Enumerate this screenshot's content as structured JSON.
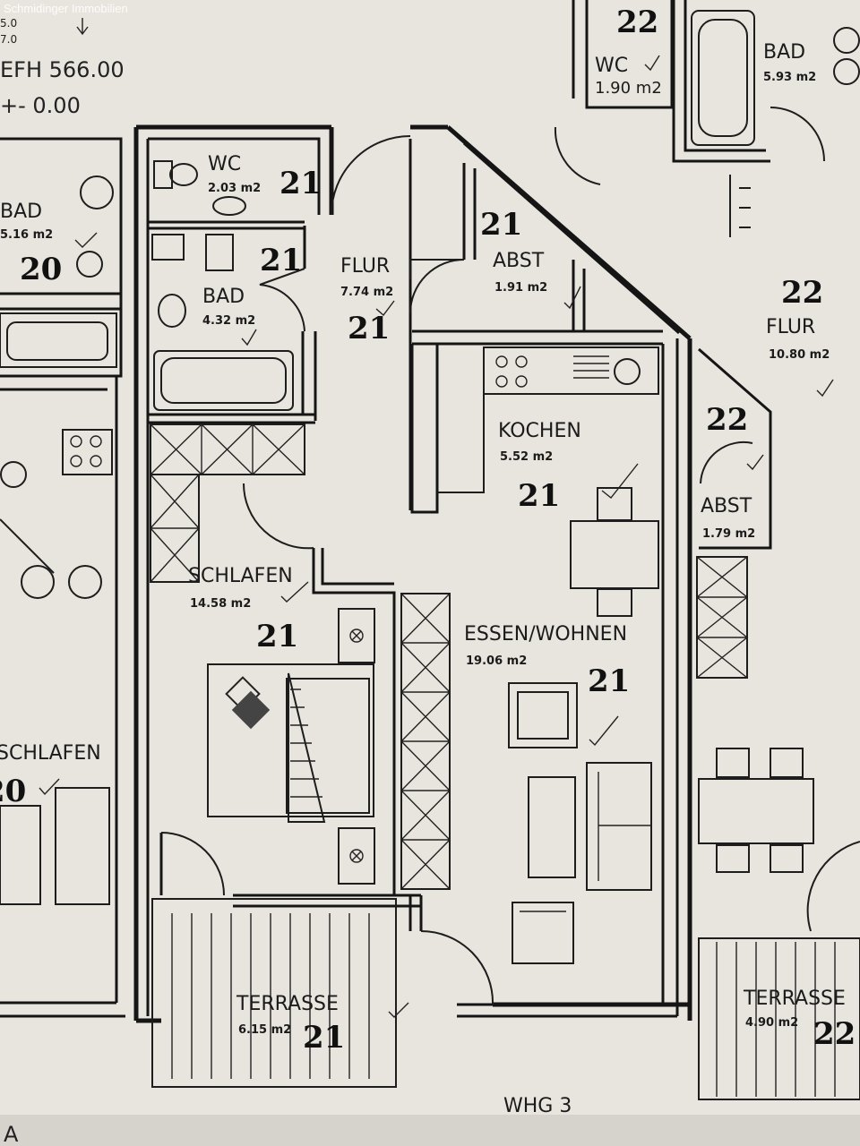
{
  "watermark": "Schmidinger Immobilien",
  "header": {
    "level_a": "5.0",
    "level_b": "7.0",
    "efh_label": "EFH 566.00",
    "zero_label": "+- 0.00"
  },
  "unit_label": "WHG 3",
  "corner_letter": "A",
  "rooms": [
    {
      "id": "wc",
      "name": "WC",
      "area": "2.03 m2",
      "unit": "21"
    },
    {
      "id": "bad",
      "name": "BAD",
      "area": "4.32 m2",
      "unit": "21"
    },
    {
      "id": "flur",
      "name": "FLUR",
      "area": "7.74 m2",
      "unit": "21"
    },
    {
      "id": "abst",
      "name": "ABST",
      "area": "1.91 m2",
      "unit": "21"
    },
    {
      "id": "kochen",
      "name": "KOCHEN",
      "area": "5.52 m2",
      "unit": "21"
    },
    {
      "id": "schlafen",
      "name": "SCHLAFEN",
      "area": "14.58 m2",
      "unit": "21"
    },
    {
      "id": "essen",
      "name": "ESSEN/WOHNEN",
      "area": "19.06 m2",
      "unit": "21"
    },
    {
      "id": "terrasse",
      "name": "TERRASSE",
      "area": "6.15 m2",
      "unit": "21"
    }
  ],
  "neighbors": {
    "left": [
      {
        "id": "l-bad",
        "name": "BAD",
        "area": "5.16 m2",
        "unit": "20"
      },
      {
        "id": "l-schlafen",
        "name": "SCHLAFEN",
        "unit": "20"
      }
    ],
    "right": [
      {
        "id": "r-wc",
        "name": "WC",
        "area": "1.90 m2",
        "unit": "22"
      },
      {
        "id": "r-bad",
        "name": "BAD",
        "area": "5.93 m2"
      },
      {
        "id": "r-flur",
        "name": "FLUR",
        "area": "10.80 m2",
        "unit": "22"
      },
      {
        "id": "r-abst",
        "name": "ABST",
        "area": "1.79 m2",
        "unit": "22"
      },
      {
        "id": "r-terrasse",
        "name": "TERRASSE",
        "area": "4.90 m2",
        "unit": "22"
      }
    ]
  }
}
